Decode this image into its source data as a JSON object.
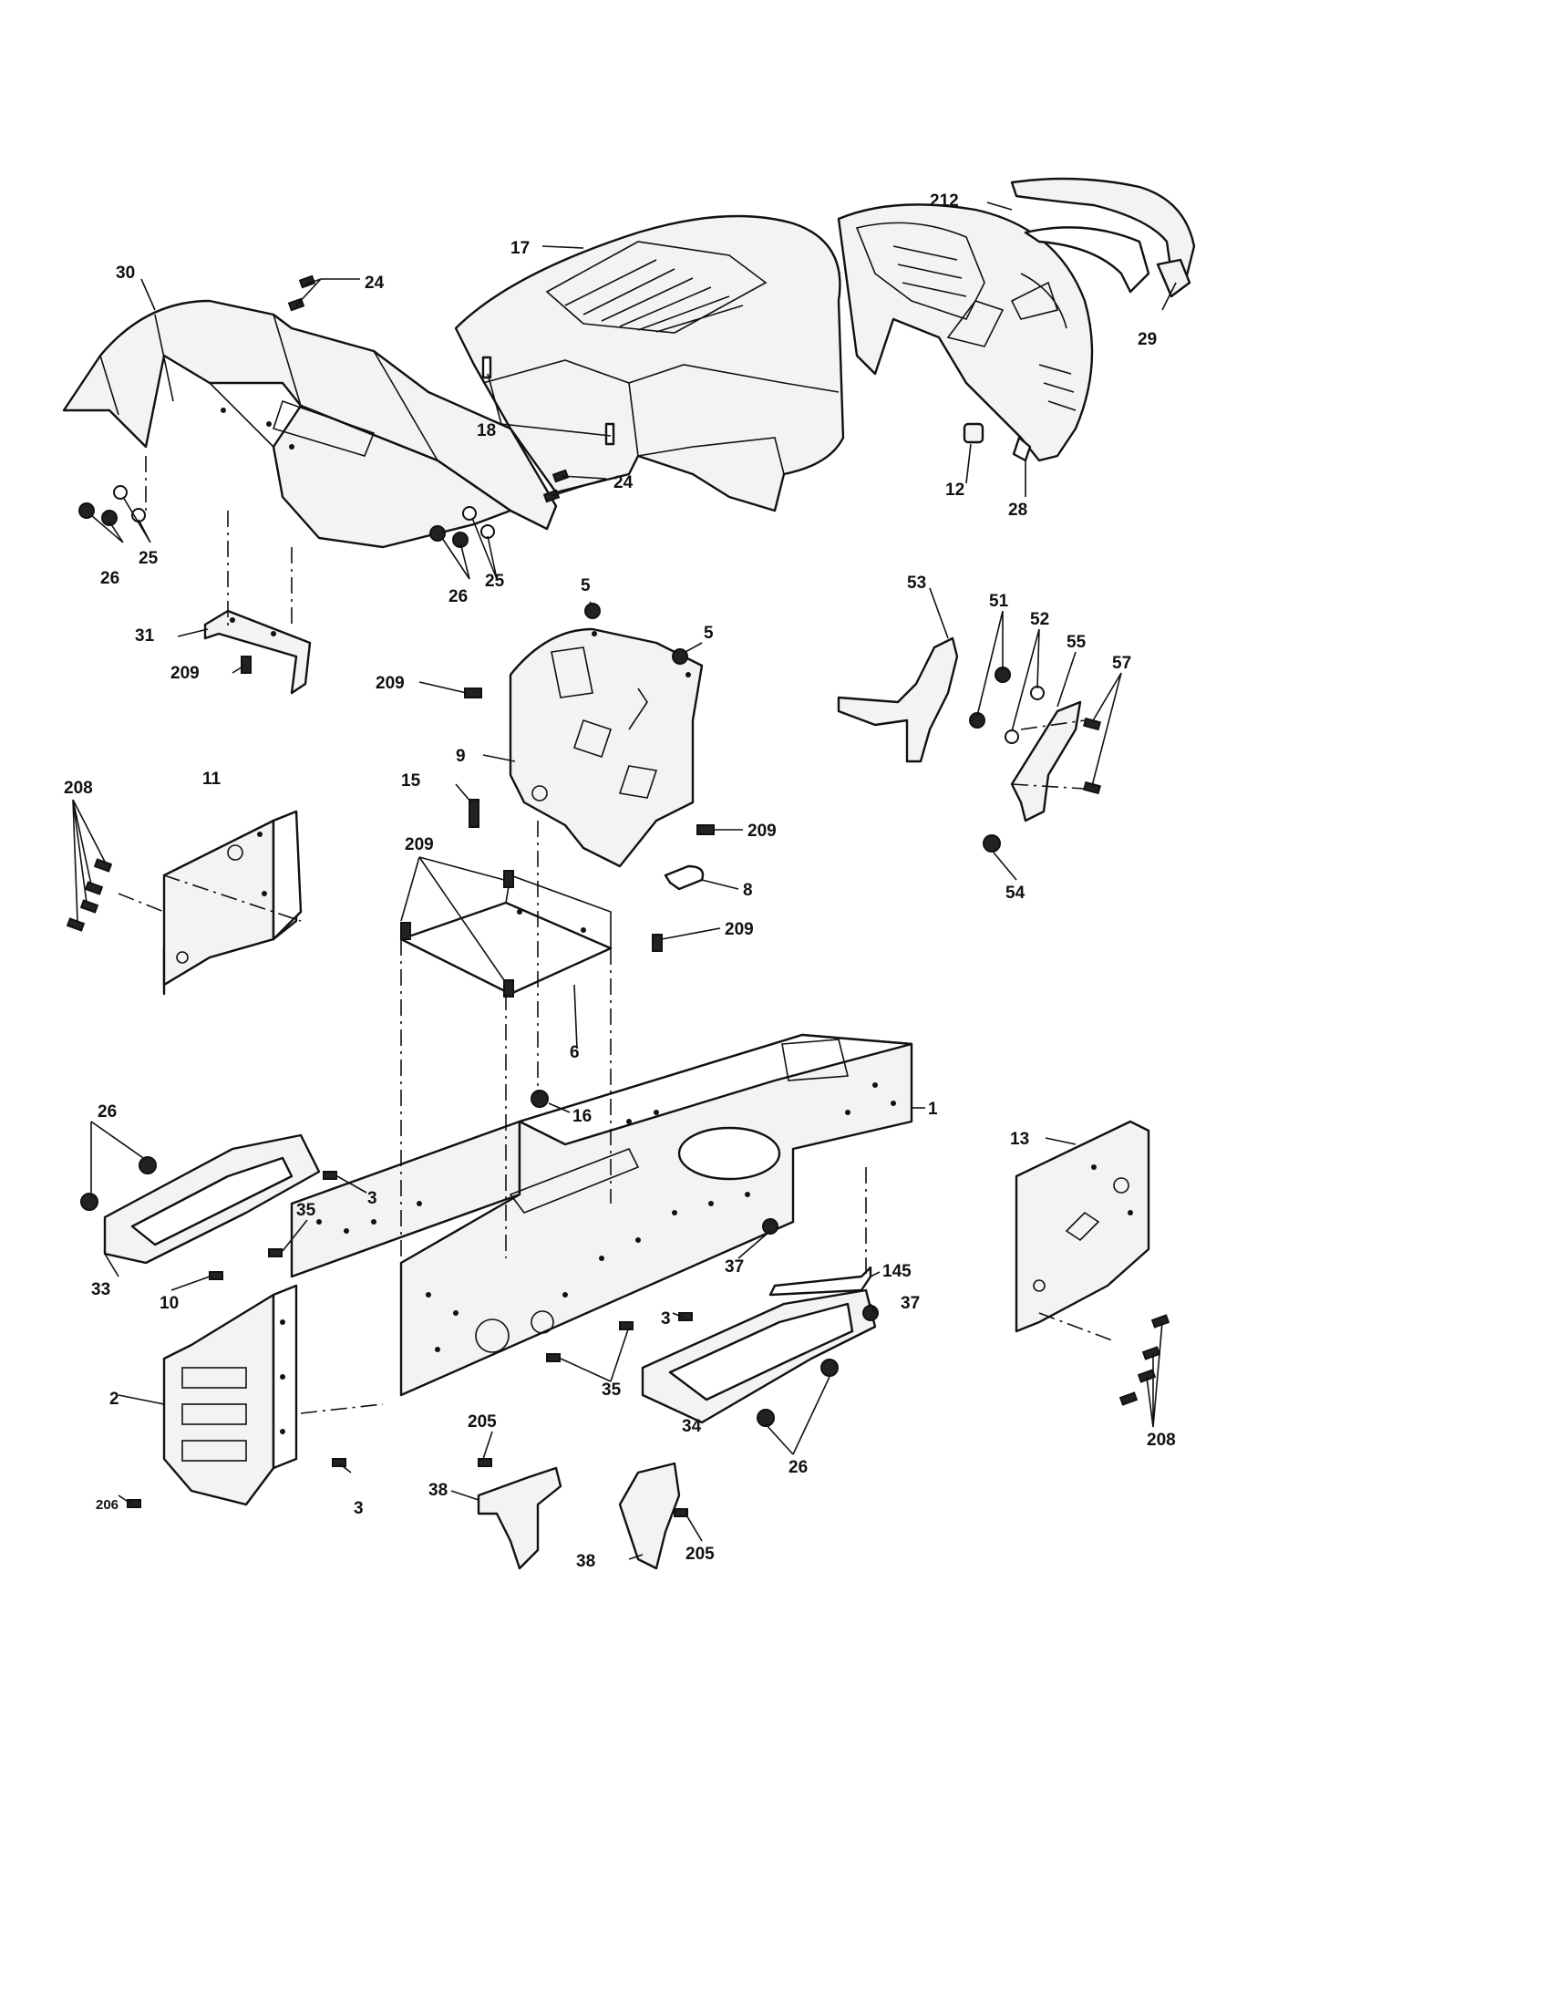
{
  "callouts": {
    "c1": "1",
    "c2": "2",
    "c3a": "3",
    "c3b": "3",
    "c3c": "3",
    "c5a": "5",
    "c5b": "5",
    "c6": "6",
    "c8": "8",
    "c9": "9",
    "c10": "10",
    "c11": "11",
    "c12": "12",
    "c13": "13",
    "c15": "15",
    "c16": "16",
    "c17": "17",
    "c18": "18",
    "c24a": "24",
    "c24b": "24",
    "c25a": "25",
    "c25b": "25",
    "c26a": "26",
    "c26b": "26",
    "c26c": "26",
    "c26d": "26",
    "c28": "28",
    "c29": "29",
    "c30": "30",
    "c31": "31",
    "c33": "33",
    "c34": "34",
    "c35a": "35",
    "c35b": "35",
    "c37a": "37",
    "c37b": "37",
    "c38a": "38",
    "c38b": "38",
    "c51": "51",
    "c52": "52",
    "c53": "53",
    "c54": "54",
    "c55": "55",
    "c57": "57",
    "c145": "145",
    "c205a": "205",
    "c205b": "205",
    "c206": "206",
    "c208a": "208",
    "c208b": "208",
    "c209a": "209",
    "c209b": "209",
    "c209c": "209",
    "c209d": "209",
    "c209e": "209",
    "c212": "212"
  }
}
